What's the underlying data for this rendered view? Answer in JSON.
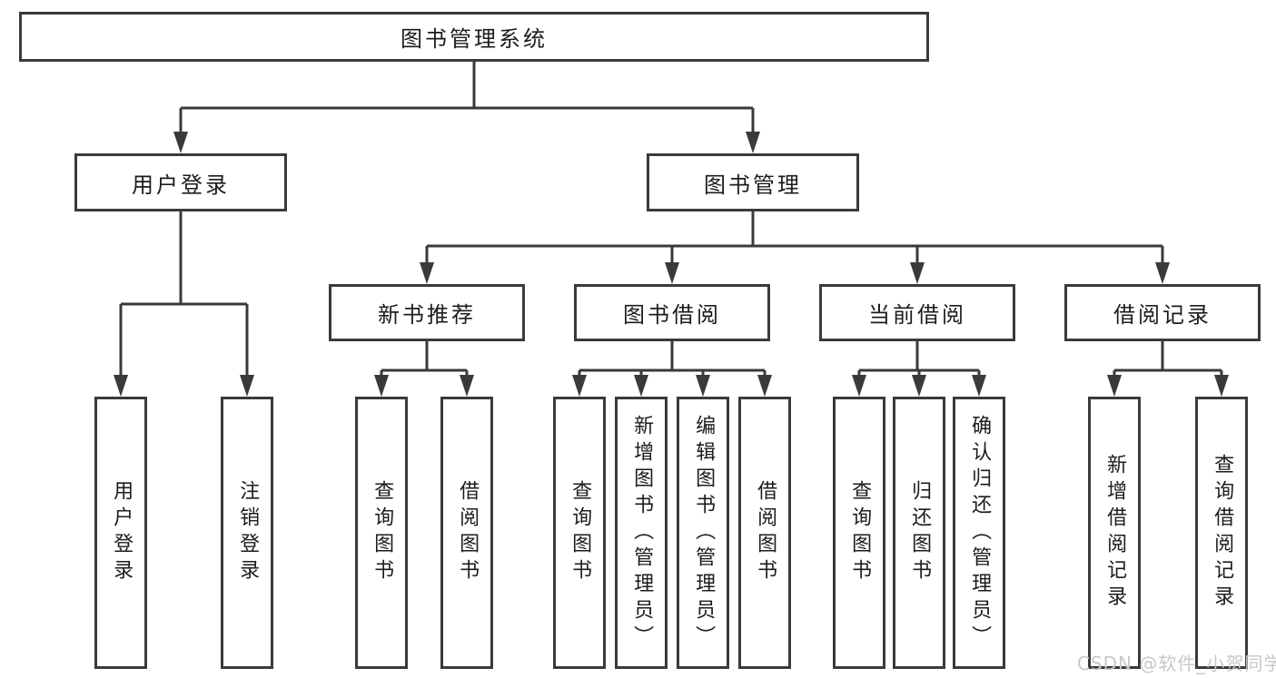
{
  "colors": {
    "line": "#3a3a3a",
    "text": "#1c1c1c",
    "background": "#ffffff",
    "watermark": "#c8c8c8"
  },
  "tree": {
    "label": "图书管理系统",
    "children": [
      {
        "label": "用户登录",
        "children": [
          {
            "label": "用户登录"
          },
          {
            "label": "注销登录"
          }
        ]
      },
      {
        "label": "图书管理",
        "children": [
          {
            "label": "新书推荐",
            "children": [
              {
                "label": "查询图书"
              },
              {
                "label": "借阅图书"
              }
            ]
          },
          {
            "label": "图书借阅",
            "children": [
              {
                "label": "查询图书"
              },
              {
                "label": "新增图书（管理员）"
              },
              {
                "label": "编辑图书（管理员）"
              },
              {
                "label": "借阅图书"
              }
            ]
          },
          {
            "label": "当前借阅",
            "children": [
              {
                "label": "查询图书"
              },
              {
                "label": "归还图书"
              },
              {
                "label": "确认归还（管理员）"
              }
            ]
          },
          {
            "label": "借阅记录",
            "children": [
              {
                "label": "新增借阅记录"
              },
              {
                "label": "查询借阅记录"
              }
            ]
          }
        ]
      }
    ]
  },
  "watermark": {
    "text": "CSDN @软件_小贺同学"
  }
}
